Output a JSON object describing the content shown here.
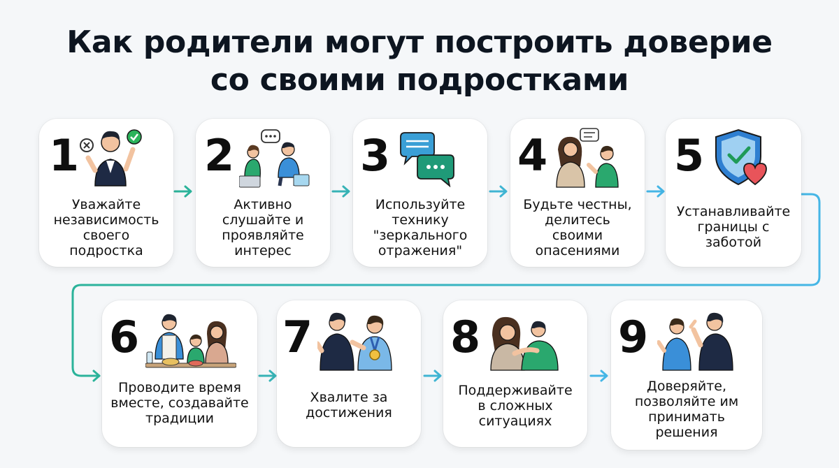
{
  "title": {
    "line1": "Как родители могут построить доверие",
    "line2": "со своими подростками"
  },
  "steps": [
    {
      "number": "1",
      "lines": [
        "Уважайте",
        "независимость",
        "своего",
        "подростка"
      ]
    },
    {
      "number": "2",
      "lines": [
        "Активно",
        "слушайте и",
        "проявляйте",
        "интерес"
      ]
    },
    {
      "number": "3",
      "lines": [
        "Используйте",
        "технику",
        "\"зеркального",
        "отражения\""
      ]
    },
    {
      "number": "4",
      "lines": [
        "Будьте честны,",
        "делитесь",
        "своими",
        "опасениями"
      ]
    },
    {
      "number": "5",
      "lines": [
        "Устанавливайте",
        "границы с",
        "заботой"
      ]
    },
    {
      "number": "6",
      "lines": [
        "Проводите время",
        "вместе, создавайте",
        "традиции"
      ]
    },
    {
      "number": "7",
      "lines": [
        "Хвалите за",
        "достижения"
      ]
    },
    {
      "number": "8",
      "lines": [
        "Поддерживайте",
        "в сложных",
        "ситуациях"
      ]
    },
    {
      "number": "9",
      "lines": [
        "Доверяйте,",
        "позволяйте им",
        "принимать",
        "решения"
      ]
    }
  ],
  "colors": {
    "accent_teal": "#2bb39a",
    "accent_blue": "#45b6e6",
    "chat_blue": "#3a9fd6",
    "chat_green": "#1f9a78",
    "shield_blue": "#2e7fd1",
    "heart_red": "#e8545a"
  },
  "icons": [
    "person-choice-icon",
    "listening-conversation-icon",
    "chat-bubbles-icon",
    "parent-teen-talk-icon",
    "shield-heart-icon",
    "family-cooking-icon",
    "medal-praise-icon",
    "comforting-hug-icon",
    "thumbs-up-trust-icon"
  ]
}
